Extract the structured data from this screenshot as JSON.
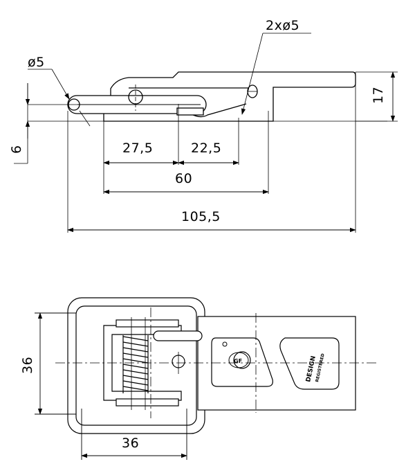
{
  "drawing": {
    "side_view": {
      "hole_label": "ø5",
      "holes_label": "2xø5",
      "height_label": "17",
      "offset_label": "6",
      "dim_a": "27,5",
      "dim_b": "22,5",
      "dim_c": "60",
      "dim_total": "105,5"
    },
    "top_view": {
      "height_label": "36",
      "width_label": "36",
      "badge_line1": "DESIGN",
      "badge_line2": "REGISTERED"
    }
  }
}
